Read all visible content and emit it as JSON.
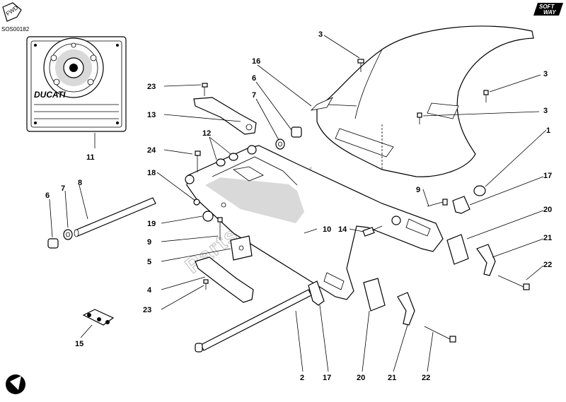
{
  "diagram": {
    "code": "SOS00182",
    "fwd_badge": "FWD",
    "inset_brand": "DUCATI",
    "logo": {
      "line1": "SOFT",
      "line2": "WAY"
    },
    "watermark": "PartsRepublik",
    "callouts": [
      "1",
      "2",
      "3",
      "3",
      "3",
      "4",
      "5",
      "6",
      "6",
      "7",
      "7",
      "8",
      "9",
      "9",
      "10",
      "11",
      "12",
      "13",
      "14",
      "15",
      "16",
      "17",
      "17",
      "18",
      "19",
      "20",
      "20",
      "21",
      "21",
      "22",
      "22",
      "23",
      "23",
      "24"
    ]
  }
}
